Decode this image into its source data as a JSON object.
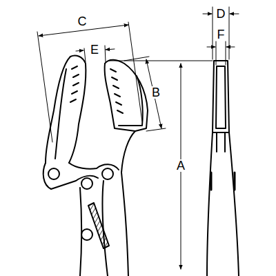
{
  "diagram": {
    "labels": [
      "C",
      "D",
      "E",
      "F",
      "B",
      "A"
    ]
  }
}
